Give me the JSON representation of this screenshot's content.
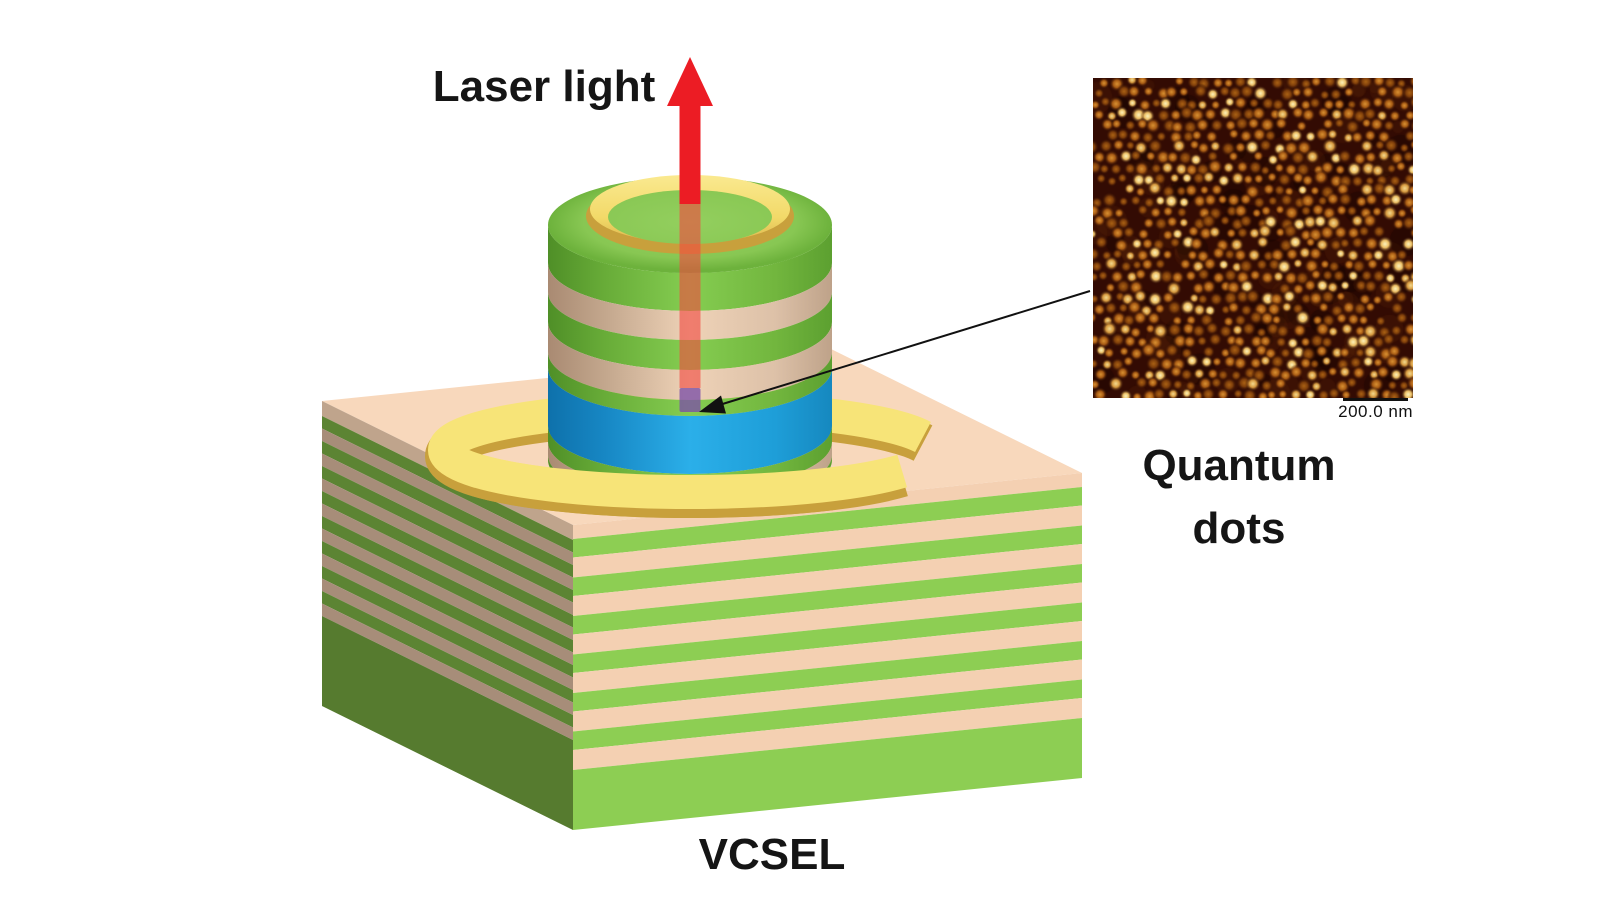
{
  "labels": {
    "laser_light": "Laser light",
    "vcsel": "VCSEL",
    "quantum_dots_line1": "Quantum",
    "quantum_dots_line2": "dots",
    "afm_scale": "200.0 nm"
  },
  "colors": {
    "ink": "#111111",
    "box_top": "#F8D8BC",
    "right_peach": "#F4D0B2",
    "right_green": "#8DCE53",
    "left_tan_top": "#BFA48C",
    "left_tan": "#A78D79",
    "left_green": "#5C8433",
    "left_slab": "#567B2F",
    "arrow_red": "#EC1C24",
    "arrow_red_overlay": "#F04840",
    "arrow_purple": "#7B4FA6",
    "gold_bright": "#F7E478",
    "gold_dark": "#C8A03C",
    "pillar_green": [
      "#4F8F27",
      "#68AC38",
      "#85CD51",
      "#72B63E",
      "#5CA030"
    ],
    "pillar_tan": [
      "#A98A72",
      "#C3A78D",
      "#EED2B7",
      "#DDC1A8",
      "#BEA289"
    ],
    "pillar_blue": [
      "#0E71AB",
      "#1787C4",
      "#2BAFE9",
      "#1E9ED8",
      "#1688BF"
    ],
    "pillar_top_green": [
      "#93CF5E",
      "#88C753",
      "#6DB23C"
    ],
    "torus_gold": [
      "#FAE98F",
      "#F2D968",
      "#D9B24A"
    ]
  },
  "structure": {
    "box_left_face": {
      "top_band": {
        "color": "left_tan_top",
        "h": 15
      },
      "pair_count": 8,
      "stripe_a": {
        "color": "left_green",
        "h": 12.5
      },
      "stripe_b": {
        "color": "left_tan",
        "h": 12.5
      },
      "slab_color": "left_slab"
    },
    "box_right_face": {
      "top_band": {
        "color": "right_peach",
        "h": 14
      },
      "pair_count": 6,
      "stripe_a": {
        "color": "right_green",
        "h": 18.5
      },
      "stripe_b": {
        "color": "right_peach",
        "h": 20
      },
      "slab_color": "right_green"
    },
    "pillar": {
      "bands": [
        {
          "color": "green",
          "from": 225,
          "to": 263
        },
        {
          "color": "tan",
          "from": 263,
          "to": 292
        },
        {
          "color": "green",
          "from": 292,
          "to": 322
        },
        {
          "color": "tan",
          "from": 322,
          "to": 352
        },
        {
          "color": "green",
          "from": 352,
          "to": 368
        },
        {
          "color": "blue",
          "from": 368,
          "to": 426
        },
        {
          "color": "green",
          "from": 426,
          "to": 442
        },
        {
          "color": "tan",
          "from": 442,
          "to": 455
        },
        {
          "color": "green",
          "from": 455,
          "to": 460
        }
      ]
    }
  },
  "afm": {
    "size": 320,
    "background": "#330B03",
    "spacing": 12.4,
    "row_height": 10.8,
    "dot_radius": 3.5,
    "seed": 7,
    "dot_tiers": [
      {
        "p": 0.1,
        "core": "#FBF0B8",
        "mid": "#EDBE62"
      },
      {
        "p": 0.22,
        "core": "#F2D78C",
        "mid": "#D89A3E"
      },
      {
        "p": 0.62,
        "core": "#D68E31",
        "mid": "#A85B14"
      },
      {
        "p": 1.0,
        "core": "#A86014",
        "mid": "#7E3E0B"
      }
    ]
  }
}
